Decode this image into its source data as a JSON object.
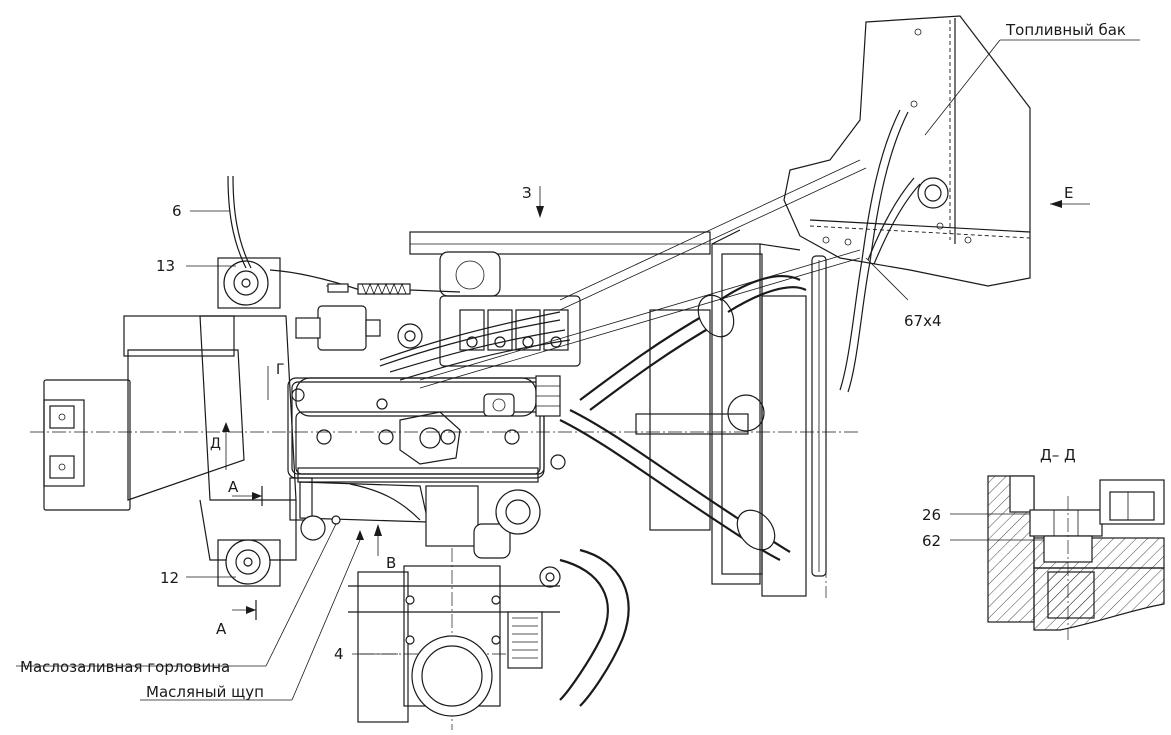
{
  "labels": {
    "fuel_tank": "Топливный бак",
    "oil_filler": "Маслозаливная горловина",
    "dipstick": "Масляный щуп",
    "pos_6": "6",
    "pos_13": "13",
    "pos_12": "12",
    "pos_4": "4",
    "pos_3": "З",
    "pos_67x4": "67x4",
    "pos_26": "26",
    "pos_62": "62",
    "view_E": "Е",
    "view_B": "В",
    "view_G": "Г",
    "view_D_left": "Д",
    "view_A_top": "А",
    "view_A_bottom": "А",
    "section_DD": "Д– Д"
  }
}
